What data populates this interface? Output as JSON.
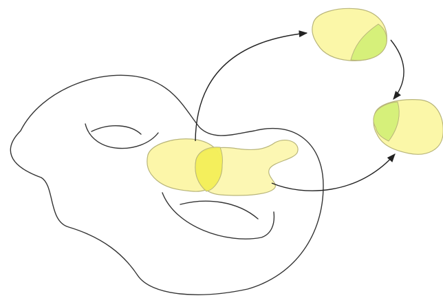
{
  "colors": {
    "outline": "#333333",
    "patch_fill": "#fbf49a",
    "patch_overlap": "#f3ee55",
    "chart_image_fill": "#fbf7a8",
    "chart_overlap_fill": "#d6f07a",
    "arrow": "#222222"
  },
  "diagram": {
    "description_elements": [
      "surface",
      "handle-upper",
      "handle-lower",
      "patch-left",
      "patch-right",
      "patch-overlap",
      "chart-top",
      "chart-right",
      "map-arrow-up",
      "map-arrow-right",
      "transition-arrow"
    ]
  }
}
